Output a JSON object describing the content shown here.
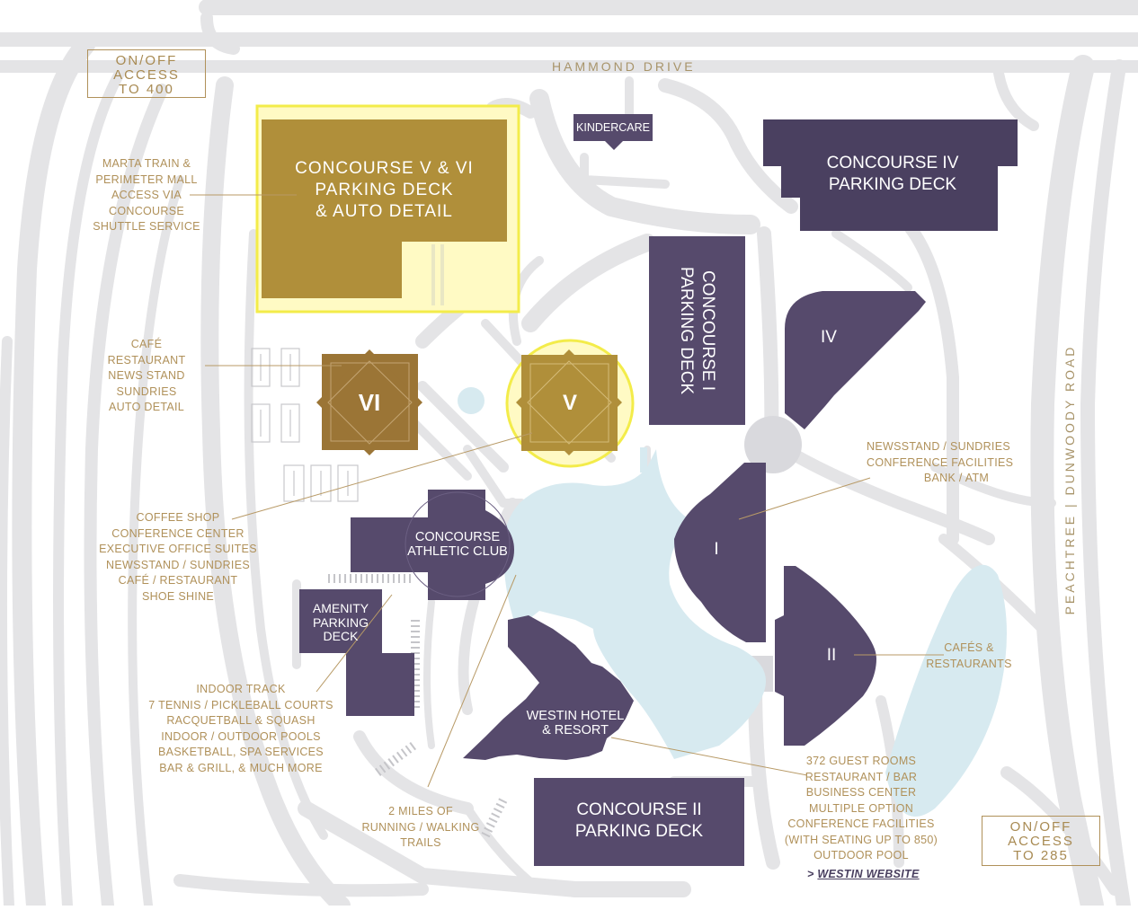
{
  "colors": {
    "road": "#e4e4e6",
    "purple": "#564a6c",
    "gold": "#b08f3a",
    "bronze": "#9b7536",
    "highlight_fill": "#fffac4",
    "highlight_stroke": "#f3ec4a",
    "water": "#d7eaf0",
    "label": "#b0915a"
  },
  "roads": {
    "hammond": "HAMMOND DRIVE",
    "peachtree": "PEACHTREE  |  DUNWOODY ROAD"
  },
  "access": {
    "a400": [
      "ON/OFF",
      "ACCESS",
      "TO 400"
    ],
    "a285": [
      "ON/OFF",
      "ACCESS",
      "TO 285"
    ]
  },
  "buildings": {
    "deck_v_vi": [
      "CONCOURSE V & VI",
      "PARKING DECK",
      "& AUTO DETAIL"
    ],
    "kindercare": "KINDERCARE",
    "deck_iv": [
      "CONCOURSE IV",
      "PARKING DECK"
    ],
    "deck_i": [
      "CONCOURSE I",
      "PARKING DECK"
    ],
    "tower_iv": "IV",
    "tower_vi": "VI",
    "tower_v": "V",
    "tower_i": "I",
    "tower_ii": "II",
    "athletic": [
      "CONCOURSE",
      "ATHLETIC CLUB"
    ],
    "amenity": [
      "AMENITY",
      "PARKING",
      "DECK"
    ],
    "westin": [
      "WESTIN HOTEL",
      "& RESORT"
    ],
    "deck_ii": [
      "CONCOURSE II",
      "PARKING DECK"
    ]
  },
  "callouts": {
    "marta": [
      "MARTA TRAIN &",
      "PERIMETER MALL",
      "ACCESS VIA",
      "CONCOURSE",
      "SHUTTLE SERVICE"
    ],
    "cafe": [
      "CAFÉ",
      "RESTAURANT",
      "NEWS STAND",
      "SUNDRIES",
      "AUTO DETAIL"
    ],
    "coffee": [
      "COFFEE SHOP",
      "CONFERENCE CENTER",
      "EXECUTIVE OFFICE SUITES",
      "NEWSSTAND / SUNDRIES",
      "CAFÉ / RESTAURANT",
      "SHOE SHINE"
    ],
    "newsstand": [
      "NEWSSTAND / SUNDRIES",
      "CONFERENCE FACILITIES",
      "BANK / ATM"
    ],
    "cafes": [
      "CAFÉS &",
      "RESTAURANTS"
    ],
    "indoor": [
      "INDOOR TRACK",
      "7 TENNIS / PICKLEBALL COURTS",
      "RACQUETBALL & SQUASH",
      "INDOOR / OUTDOOR POOLS",
      "BASKETBALL, SPA SERVICES",
      "BAR & GRILL, & MUCH MORE"
    ],
    "trails": [
      "2 MILES OF",
      "RUNNING / WALKING",
      "TRAILS"
    ],
    "guest": [
      "372 GUEST ROOMS",
      "RESTAURANT / BAR",
      "BUSINESS CENTER",
      "MULTIPLE OPTION",
      "CONFERENCE FACILITIES",
      "(WITH SEATING UP TO 850)",
      "OUTDOOR POOL"
    ]
  },
  "links": {
    "westin_prefix": ">",
    "westin_text": "WESTIN WEBSITE"
  }
}
